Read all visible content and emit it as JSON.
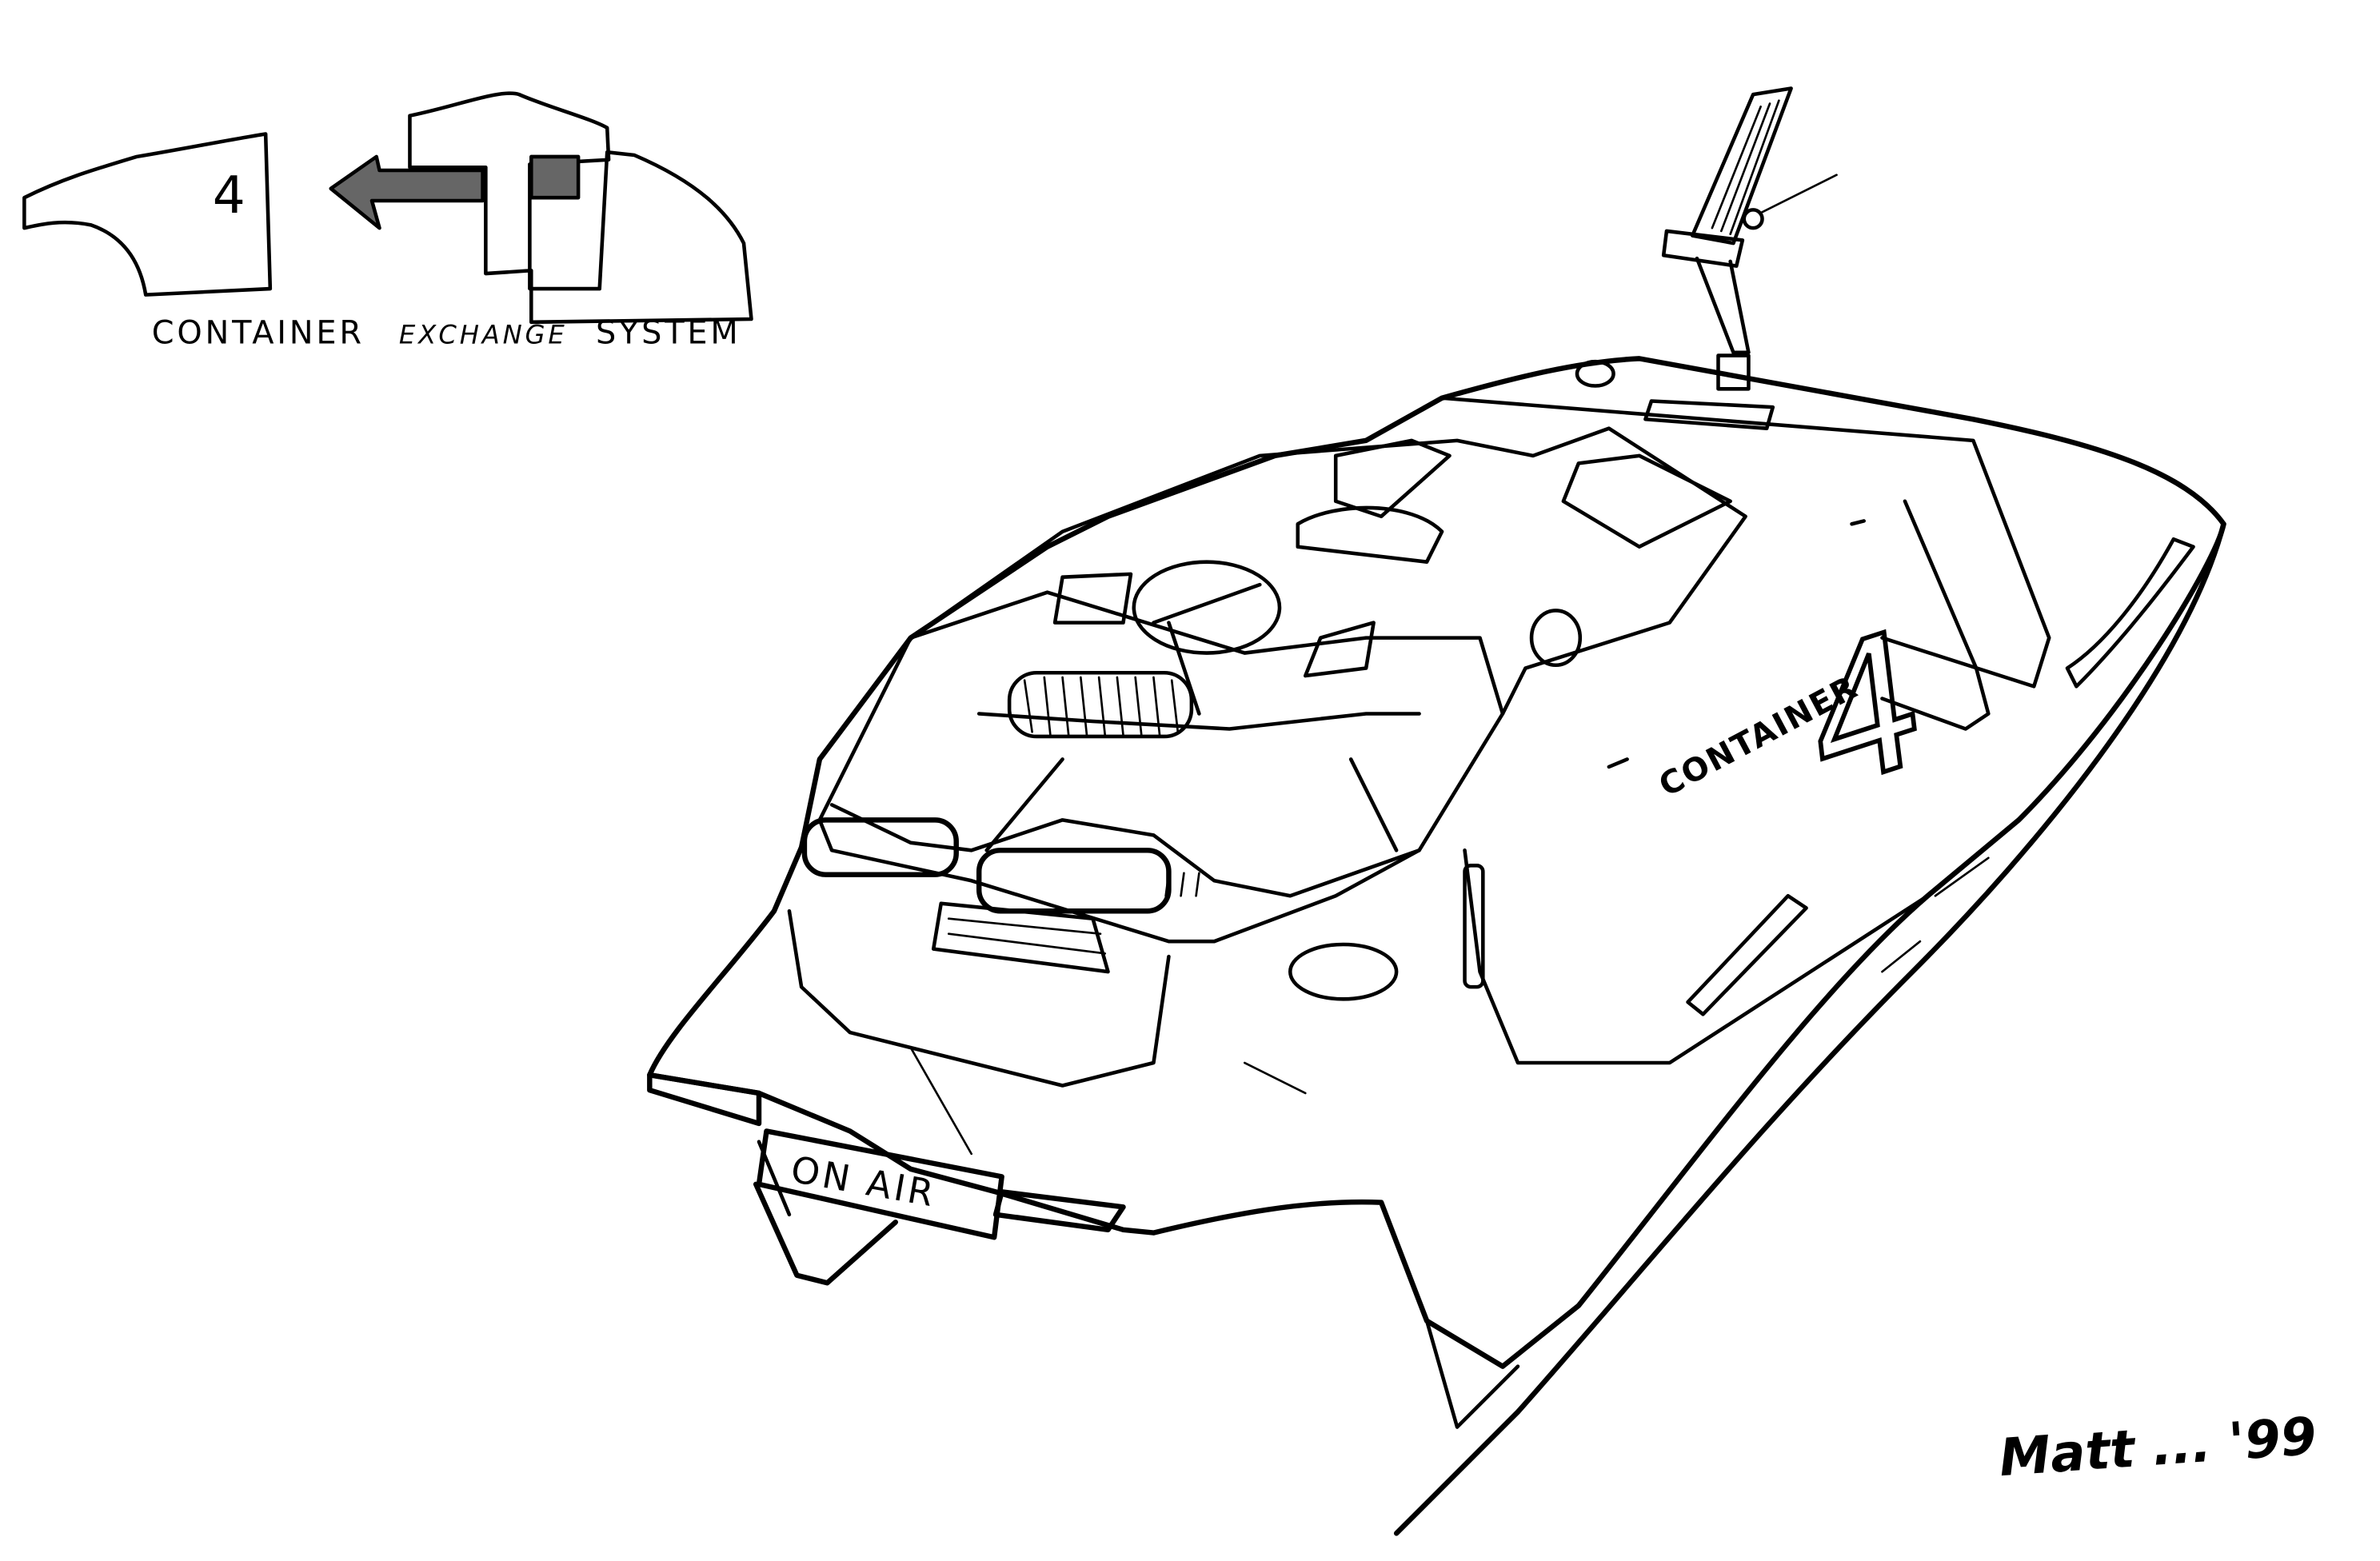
{
  "diagram": {
    "caption_word1": "CONTAINER",
    "caption_word2": "EXCHANGE",
    "caption_word3": "SYSTEM",
    "container_number": "4"
  },
  "ship": {
    "hull_label": "CONTAINER",
    "hull_number": "4",
    "sign_label": "ON AIR"
  },
  "signature": {
    "text": "Matt ... '99"
  },
  "colors": {
    "ink": "#000000",
    "paper": "#ffffff"
  }
}
